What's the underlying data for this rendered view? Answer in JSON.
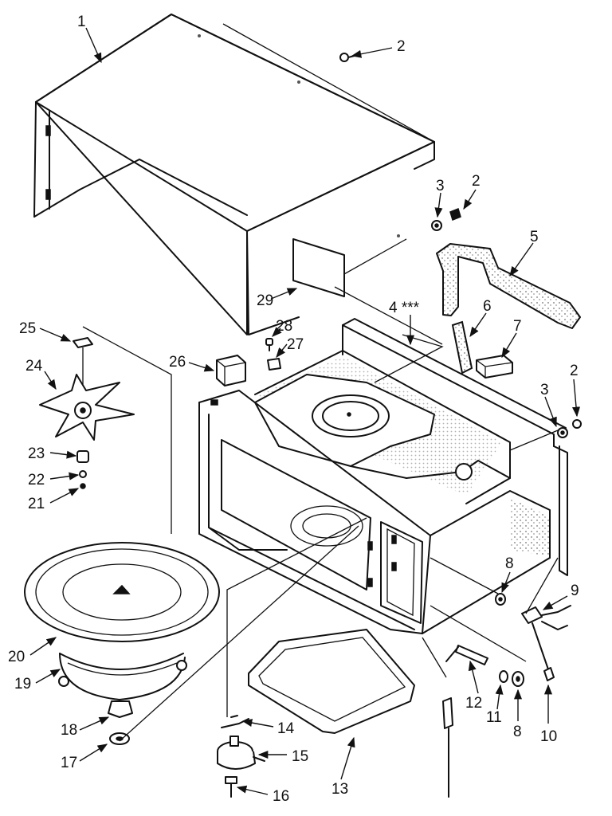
{
  "diagram": {
    "type": "exploded-parts-view",
    "line_color": "#111111",
    "background": "#ffffff",
    "callouts": [
      {
        "id": "c1",
        "label": "1"
      },
      {
        "id": "c2a",
        "label": "2"
      },
      {
        "id": "c2b",
        "label": "2"
      },
      {
        "id": "c2c",
        "label": "2"
      },
      {
        "id": "c3a",
        "label": "3"
      },
      {
        "id": "c3b",
        "label": "3"
      },
      {
        "id": "c4",
        "label": "4 ***"
      },
      {
        "id": "c5",
        "label": "5"
      },
      {
        "id": "c6",
        "label": "6"
      },
      {
        "id": "c7",
        "label": "7"
      },
      {
        "id": "c8a",
        "label": "8"
      },
      {
        "id": "c8b",
        "label": "8"
      },
      {
        "id": "c9",
        "label": "9"
      },
      {
        "id": "c10",
        "label": "10"
      },
      {
        "id": "c11",
        "label": "11"
      },
      {
        "id": "c12",
        "label": "12"
      },
      {
        "id": "c13",
        "label": "13"
      },
      {
        "id": "c14",
        "label": "14"
      },
      {
        "id": "c15",
        "label": "15"
      },
      {
        "id": "c16",
        "label": "16"
      },
      {
        "id": "c17",
        "label": "17"
      },
      {
        "id": "c18",
        "label": "18"
      },
      {
        "id": "c19",
        "label": "19"
      },
      {
        "id": "c20",
        "label": "20"
      },
      {
        "id": "c21",
        "label": "21"
      },
      {
        "id": "c22",
        "label": "22"
      },
      {
        "id": "c23",
        "label": "23"
      },
      {
        "id": "c24",
        "label": "24"
      },
      {
        "id": "c25",
        "label": "25"
      },
      {
        "id": "c26",
        "label": "26"
      },
      {
        "id": "c27",
        "label": "27"
      },
      {
        "id": "c28",
        "label": "28"
      },
      {
        "id": "c29",
        "label": "29"
      }
    ]
  }
}
